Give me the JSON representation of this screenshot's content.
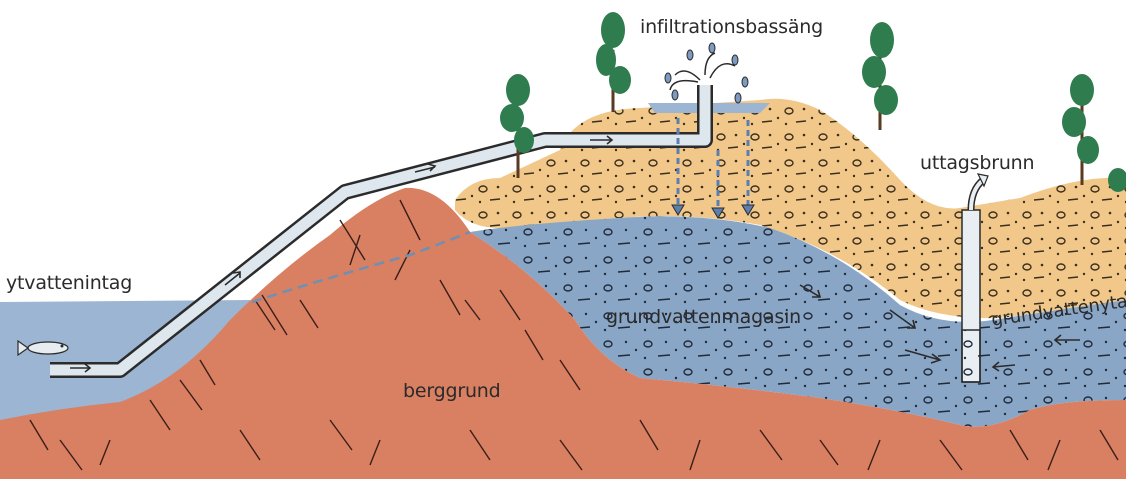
{
  "labels": {
    "infiltration_basin": "infiltrationsbassäng",
    "extraction_well": "uttagsbrunn",
    "surface_water_intake": "ytvattenintag",
    "aquifer": "grundvattenmagasin",
    "bedrock": "berggrund",
    "groundwater_level": "grundvattenyta"
  },
  "colors": {
    "bedrock": "#d97f62",
    "sand": "#f1c889",
    "groundwater": "#8aa6c6",
    "lake": "#9cb5d2",
    "pipe": "#dfe7ee",
    "tree": "#2f7d4f",
    "outline": "#2b2b2b"
  },
  "icons": {
    "fish": "fish-icon",
    "tree": "tree-icon",
    "flow_arrow": "flow-arrow-icon"
  }
}
